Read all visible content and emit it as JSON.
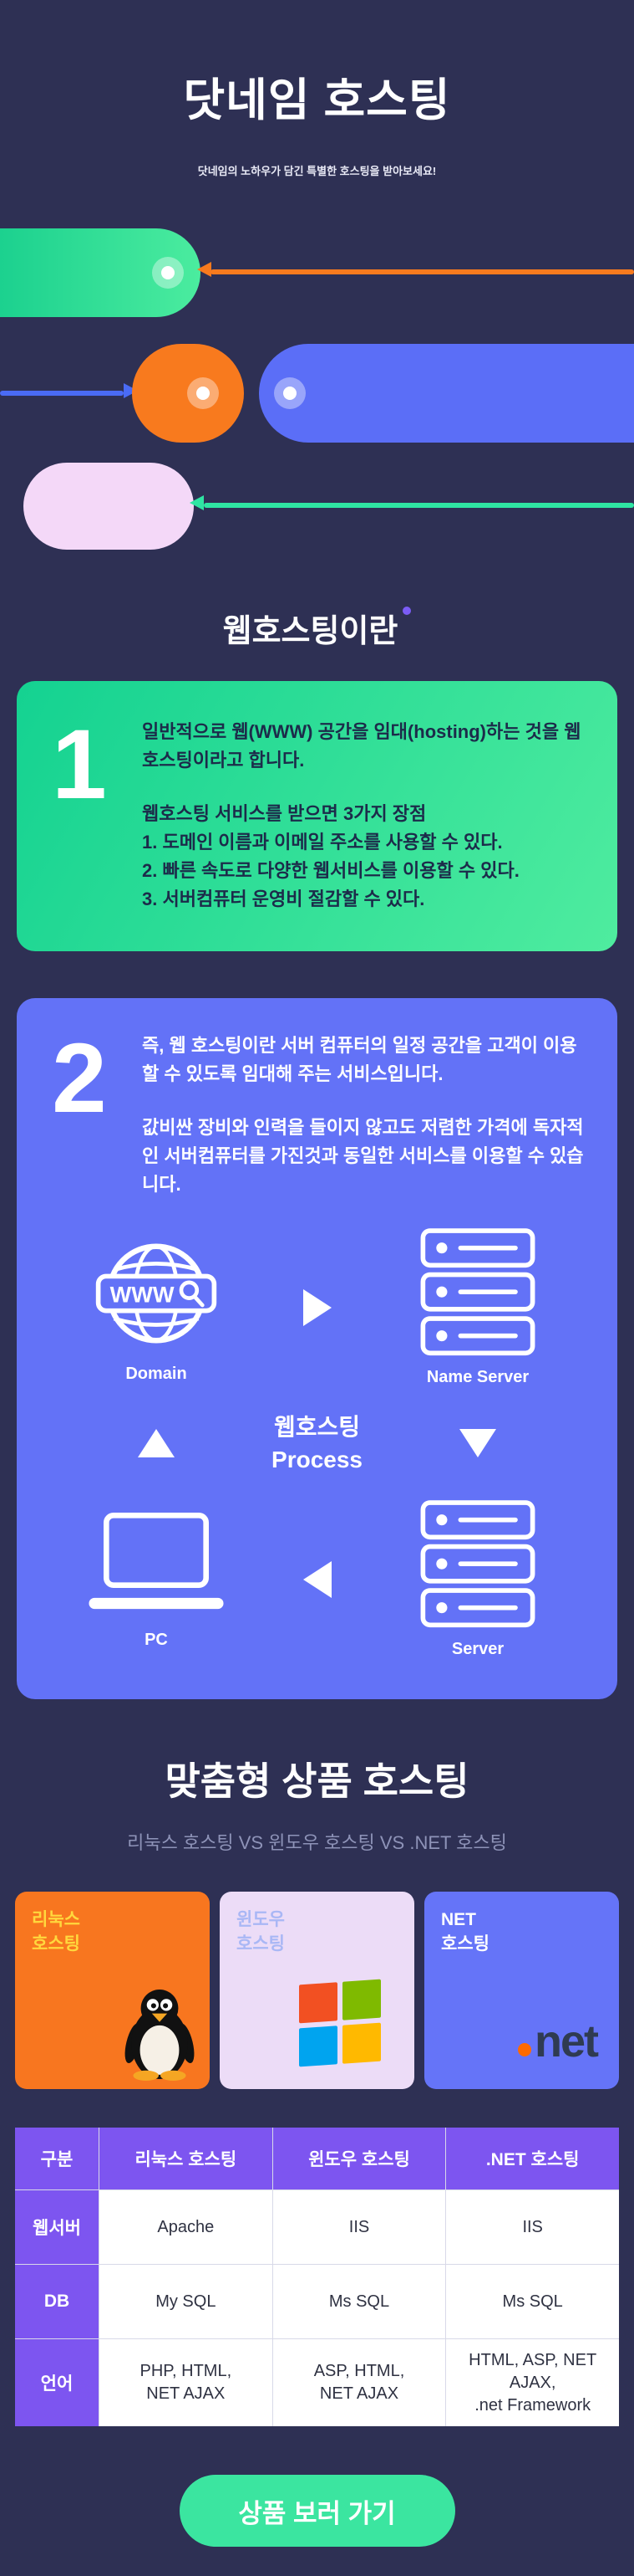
{
  "page": {
    "title": "닷네임 호스팅",
    "subtitle": "닷네임의 노하우가 담긴 특별한 호스팅을 받아보세요!"
  },
  "colors": {
    "background": "#2e3054",
    "green_gradient_start": "#14d291",
    "green_gradient_end": "#4fec9f",
    "blue_card": "#6372f7",
    "orange": "#f87a1e",
    "pink_pill": "#f4d8f8",
    "teal_line": "#2fe5a3",
    "table_purple": "#7d55f0",
    "cta_mint": "#3be5a0",
    "windows_red": "#f25022",
    "windows_green": "#7fba00",
    "windows_blue": "#00a4ef",
    "windows_yellow": "#ffb900"
  },
  "intro": {
    "heading": "웹호스팅이란",
    "card1": {
      "number": "1",
      "para1": "일반적으로 웹(WWW) 공간을 임대(hosting)하는 것을 웹호스팅이라고 합니다.",
      "para2_title": "웹호스팅 서비스를 받으면 3가지 장점",
      "items": [
        "1. 도메인 이름과 이메일 주소를 사용할 수 있다.",
        "2. 빠른 속도로 다양한 웹서비스를 이용할 수 있다.",
        "3. 서버컴퓨터 운영비 절감할 수 있다."
      ]
    },
    "card2": {
      "number": "2",
      "para1": "즉, 웹 호스팅이란 서버 컴퓨터의 일정 공간을 고객이 이용할 수 있도록 임대해 주는 서비스입니다.",
      "para2": "값비싼 장비와 인력을 들이지 않고도 저렴한 가격에 독자적인 서버컴퓨터를 가진것과 동일한 서비스를 이용할 수 있습니다.",
      "diagram": {
        "globe_text": "WWW",
        "node_domain": "Domain",
        "node_nameserver": "Name Server",
        "node_pc": "PC",
        "node_server": "Server",
        "caption_line1": "웹호스팅",
        "caption_line2": "Process"
      }
    }
  },
  "products": {
    "heading": "맞춤형 상품 호스팅",
    "subheading": "리눅스 호스팅 VS 윈도우 호스팅 VS .NET 호스팅",
    "cards": [
      {
        "label_line1": "리눅스",
        "label_line2": "호스팅"
      },
      {
        "label_line1": "윈도우",
        "label_line2": "호스팅"
      },
      {
        "label_line1": "NET",
        "label_line2": "호스팅",
        "logo_text": "net"
      }
    ],
    "table": {
      "headers": [
        "구분",
        "리눅스 호스팅",
        "윈도우 호스팅",
        ".NET 호스팅"
      ],
      "rows": [
        {
          "label": "웹서버",
          "cells": [
            "Apache",
            "IIS",
            "IIS"
          ]
        },
        {
          "label": "DB",
          "cells": [
            "My SQL",
            "Ms SQL",
            "Ms SQL"
          ]
        },
        {
          "label": "언어",
          "cells": [
            "PHP, HTML,\nNET AJAX",
            "ASP, HTML,\nNET AJAX",
            "HTML, ASP, NET AJAX,\n.net Framework"
          ]
        }
      ]
    },
    "cta": "상품 보러 가기"
  }
}
